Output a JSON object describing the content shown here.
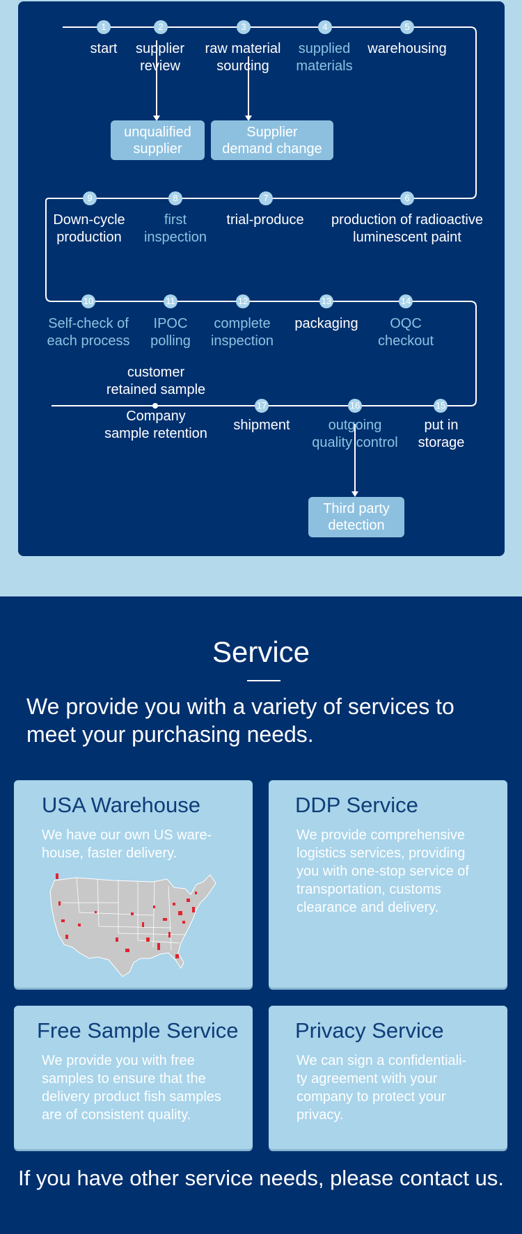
{
  "flow": {
    "row1": {
      "steps": [
        {
          "num": "1",
          "label": "start"
        },
        {
          "num": "2",
          "label": "supplier\nreview"
        },
        {
          "num": "3",
          "label": "raw material\nsourcing"
        },
        {
          "num": "4",
          "label": "supplied\nmaterials"
        },
        {
          "num": "5",
          "label": "warehousing"
        }
      ],
      "boxes": [
        "unqualified\nsupplier",
        "Supplier\ndemand change"
      ]
    },
    "row2": {
      "steps": [
        {
          "num": "9",
          "label": "Down-cycle\nproduction"
        },
        {
          "num": "8",
          "label": "first\ninspection"
        },
        {
          "num": "7",
          "label": "trial-produce"
        },
        {
          "num": "6",
          "label": "production of radioactive\nluminescent paint"
        }
      ]
    },
    "row3": {
      "steps": [
        {
          "num": "10",
          "label": "Self-check of\neach process"
        },
        {
          "num": "11",
          "label": "IPOC\npolling"
        },
        {
          "num": "12",
          "label": "complete\ninspection"
        },
        {
          "num": "13",
          "label": "packaging"
        },
        {
          "num": "14",
          "label": "OQC\ncheckout"
        }
      ]
    },
    "row4": {
      "retained_top": "customer\nretained sample",
      "retained_bottom": "Company\nsample retention",
      "steps": [
        {
          "num": "17",
          "label": "shipment"
        },
        {
          "num": "16",
          "label": "outgoing\nquality control"
        },
        {
          "num": "15",
          "label": "put in\nstorage"
        }
      ],
      "box": "Third party\ndetection"
    }
  },
  "service": {
    "title": "Service",
    "subtitle": "We provide you with a variety of services to meet your purchasing needs.",
    "cards": [
      {
        "title": "USA Warehouse",
        "text": "We have our own US ware-\nhouse, faster delivery."
      },
      {
        "title": "DDP Service",
        "text": "We provide comprehensive logistics services, providing you with one-stop service of transportation, customs clearance and delivery."
      },
      {
        "title": "Free Sample Service",
        "text": "We provide you with free samples to ensure that the delivery product fish samples are of consistent quality."
      },
      {
        "title": "Privacy Service",
        "text": "We can sign a confidentiali-\nty agreement with your company to protect your privacy."
      }
    ],
    "footer": "If you have other service needs, please contact us."
  },
  "colors": {
    "navy": "#01306e",
    "light_blue": "#b3d9eb",
    "card_blue": "#a9d4ea",
    "step_badge": "#a9d3ea",
    "accent_text": "#8cc3e3",
    "map_marker": "#e0252f"
  },
  "icons": [
    "us-map-icon"
  ]
}
